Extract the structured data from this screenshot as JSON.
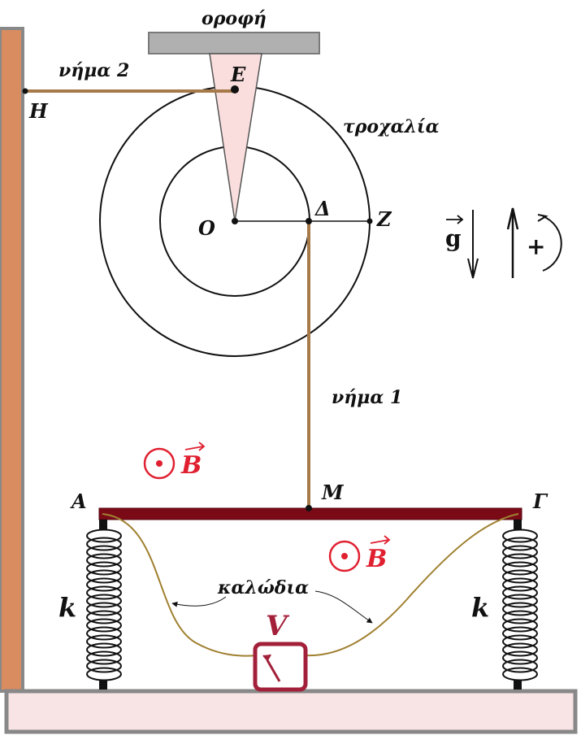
{
  "labels": {
    "ceiling": "οροφή",
    "thread2": "νήμα 2",
    "thread1": "νήμα 1",
    "pulley": "τροχαλία",
    "cables": "καλώδια",
    "H": "Η",
    "E": "Ε",
    "O": "O",
    "Delta": "Δ",
    "Z": "Z",
    "M": "M",
    "A": "Α",
    "Gamma": "Γ",
    "k_left": "k",
    "k_right": "k",
    "B1": "B",
    "B2": "B",
    "g": "g",
    "plus": "+",
    "voltmeter": "V"
  },
  "colors": {
    "wall": "#d98c5f",
    "rod": "#7a0a16",
    "thread": "#a87a4a",
    "cable": "#a08030",
    "field": "#e02030",
    "voltmeter": "#a3203a",
    "floor": "#f8e4e4",
    "ceiling": "#b0b0b0",
    "cone": "#f9dedd"
  }
}
